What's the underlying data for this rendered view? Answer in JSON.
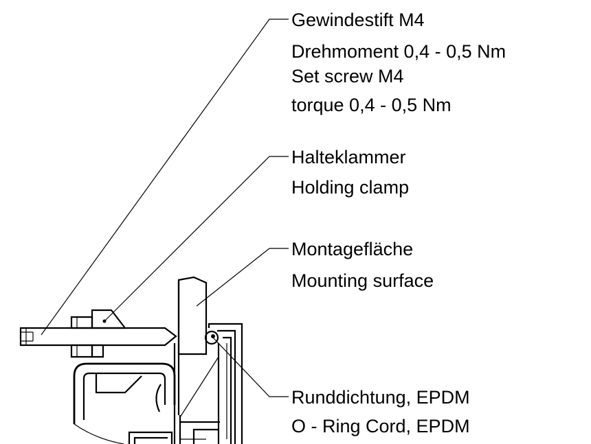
{
  "callouts": [
    {
      "id": "set-screw",
      "lines": [
        "Gewindestift M4",
        "Drehmoment 0,4 - 0,5 Nm",
        "Set screw M4",
        "torque  0,4 - 0,5 Nm"
      ]
    },
    {
      "id": "holding-clamp",
      "lines": [
        "Halteklammer",
        "Holding clamp"
      ]
    },
    {
      "id": "mounting-surface",
      "lines": [
        "Montagefläche",
        "Mounting surface"
      ]
    },
    {
      "id": "o-ring",
      "lines": [
        "Runddichtung, EPDM",
        "O - Ring Cord, EPDM"
      ]
    }
  ]
}
